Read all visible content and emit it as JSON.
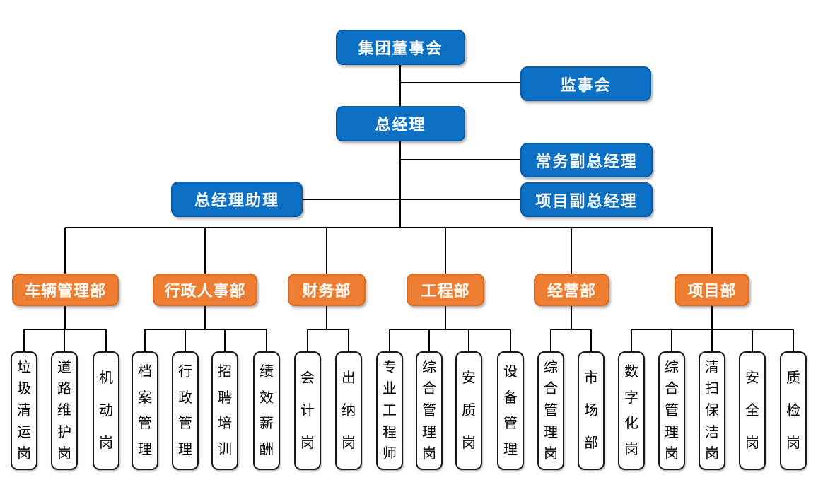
{
  "colors": {
    "exec_fill": "#0C70C4",
    "exec_border": "#0A5CA8",
    "dept_fill": "#ED7D31",
    "dept_border": "#DB6B1E",
    "leaf_fill": "#FFFFFF",
    "leaf_border": "#1A1A1A",
    "connector": "#000000",
    "text_on_color": "#FFFFFF",
    "leaf_text": "#000000"
  },
  "executives": {
    "board": "集团董事会",
    "supervisory": "监事会",
    "gm": "总经理",
    "exec_vice_gm": "常务副总经理",
    "gm_assistant": "总经理助理",
    "project_vice_gm": "项目副总经理"
  },
  "departments": [
    {
      "label": "车辆管理部",
      "positions": [
        "垃圾清运岗",
        "道路维护岗",
        "机动岗"
      ]
    },
    {
      "label": "行政人事部",
      "positions": [
        "档案管理",
        "行政管理",
        "招聘培训",
        "绩效薪酬"
      ]
    },
    {
      "label": "财务部",
      "positions": [
        "会计岗",
        "出纳岗"
      ]
    },
    {
      "label": "工程部",
      "positions": [
        "专业工程师",
        "综合管理岗",
        "安质岗",
        "设备管理"
      ]
    },
    {
      "label": "经营部",
      "positions": [
        "综合管理岗",
        "市场部"
      ]
    },
    {
      "label": "项目部",
      "positions": [
        "数字化岗",
        "综合管理岗",
        "清扫保洁岗",
        "安全岗",
        "质检岗"
      ]
    }
  ]
}
